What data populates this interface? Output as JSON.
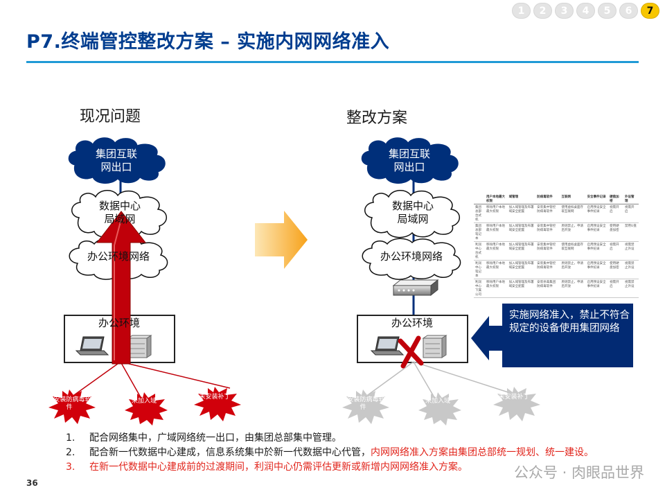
{
  "header": {
    "title": "P7.终端管控整改方案 – 实施内网网络准入",
    "steps": [
      "1",
      "2",
      "3",
      "4",
      "5",
      "6",
      "7"
    ],
    "active_step": "7"
  },
  "current": {
    "heading": "现况问题",
    "internet_cloud": "集团互联\n网出口",
    "dc_lan": "数据中心\n局域网",
    "office_net": "办公环境网络",
    "office_env": "办公环境",
    "risks": [
      "未安装防病毒软件",
      "未加入域",
      "未安装补丁"
    ]
  },
  "proposed": {
    "heading": "整改方案",
    "internet_cloud": "集团互联\n网出口",
    "dc_lan": "数据中心\n局域网",
    "office_net": "办公环境网络",
    "office_env": "办公环境",
    "risks": [
      "未安装防病毒软件",
      "未加入域",
      "未安装补丁"
    ],
    "callout": "实施网络准入，禁止不符合规定的设备使用集团网络"
  },
  "mini_table": {
    "headers": [
      "",
      "用户本地最大权限",
      "域管理",
      "防病毒软件",
      "互联网",
      "安全事件记录",
      "硬盘加密",
      "外设管理"
    ],
    "rows": [
      [
        "集团总部台式机",
        "移除用户本地最大权限",
        "加入域管理及布署域安全配置",
        "安装集中管控防病毒软件",
        "使用虚拟桌面存取互联网",
        "启用预设安全事件纪录",
        "视需开启",
        "视需开启"
      ],
      [
        "集团总部笔记本",
        "移除用户本地最大权限",
        "加入域管理及布署域安全配置",
        "安装集中管控防病毒软件",
        "原则禁止，申请后开放",
        "启用预设安全事件纪录",
        "使用硬盘加密",
        "禁用U盘"
      ],
      [
        "利润中心台式机",
        "移除用户本地最大权限",
        "加入域管理及布署域安全配置",
        "安装集中管控防病毒软件",
        "使用虚拟桌面存取互联网",
        "启用预设安全事件纪录",
        "视需开启",
        "视需禁止外设"
      ],
      [
        "利润中心笔记本",
        "移除用户本地最大权限",
        "加入域管理及布署域安全配置",
        "安装集中管控防病毒软件",
        "原则禁止，申请后开放",
        "启用预设安全事件纪录",
        "使用硬盘加密",
        "视需禁止外设"
      ],
      [
        "利润中心下属公司",
        "移除用户本地最大权限",
        "加入域管理及布署域安全配置",
        "安装杀毒集团防病毒软件",
        "原则禁止，申请后开放",
        "启用预设安全事件纪录",
        "视需开启",
        "视需禁止外设"
      ]
    ]
  },
  "notes": [
    {
      "num": "1.",
      "text": "配合网络集中，广域网络统一出口，由集团总部集中管理。",
      "red": ""
    },
    {
      "num": "2.",
      "text": "配合新一代数据中心建成，信息系统集中於新一代数据中心代管，",
      "red": "内网网络准入方案由集团总部统一规划、统一建设。"
    },
    {
      "num": "3.",
      "text": "",
      "red": "在新一代数据中心建成前的过渡期间，利润中心仍需评估更新或新增内网网络准入方案。"
    }
  ],
  "footer": {
    "page_number": "36",
    "watermark": "公众号 · 肉眼品世界"
  },
  "colors": {
    "title": "#003d8f",
    "rule": "#1f9ad6",
    "cloud": "#002f7a",
    "arrow_red": "#c0000a",
    "burst_red": "#d1000b",
    "burst_gray": "#c8c8c8",
    "orange_arrow": "#f7a21b",
    "callout": "#022a73",
    "note_red": "#e1241b",
    "step_active": "#f7c600"
  }
}
